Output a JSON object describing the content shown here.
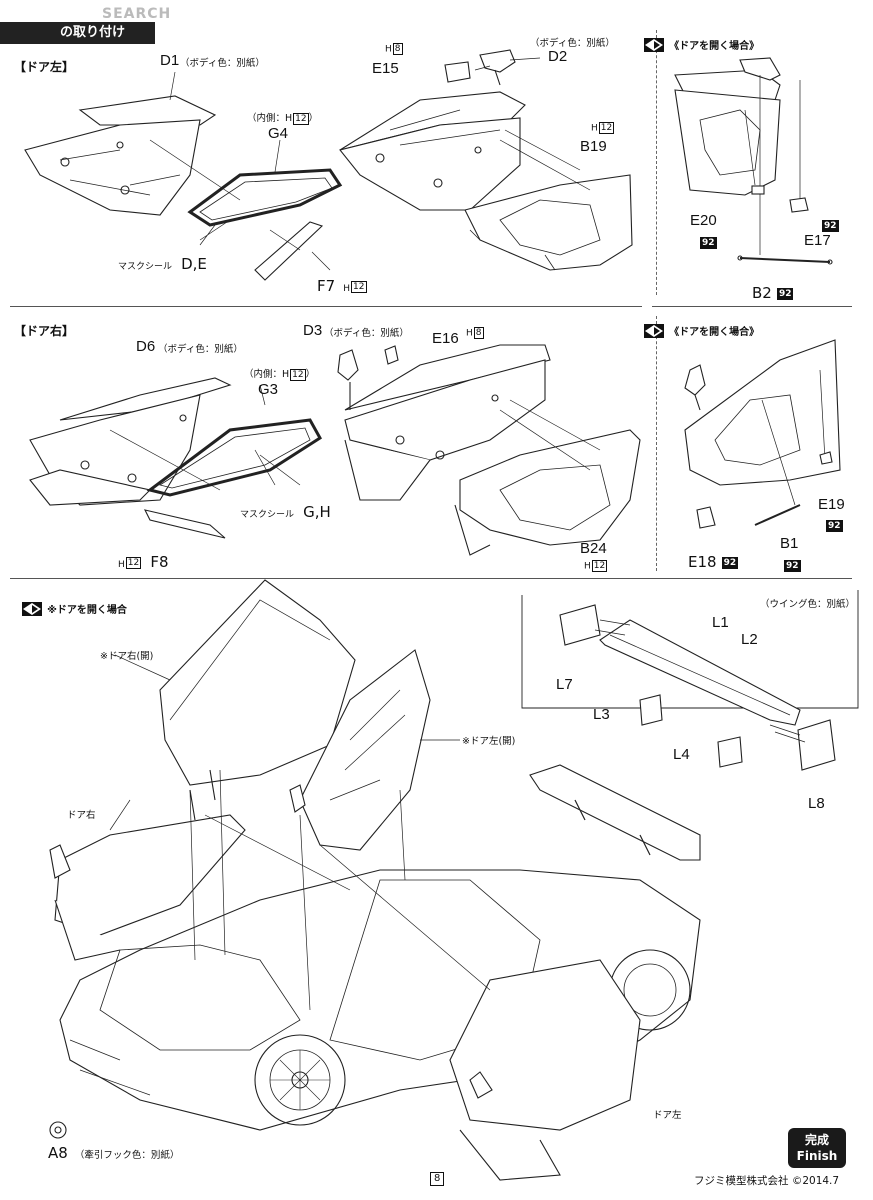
{
  "header": {
    "watermark": "SEARCH",
    "section_title": "の取り付け"
  },
  "sections": {
    "door_left": "【ドア左】",
    "door_right": "【ドア右】",
    "open_case_1": "《ドアを開く場合》",
    "open_case_2": "《ドアを開く場合》",
    "open_case_3": "※ドアを開く場合"
  },
  "labels": {
    "D1": "D1",
    "D1_note": "（ボディ色：別紙）",
    "G4": "G4",
    "G4_note": "（内側：H",
    "G4_note_box": "12",
    "G4_note_end": "）",
    "mask_DE": "マスクシール",
    "mask_DE_letters": "D,E",
    "F7": "F7",
    "F7_h": "H",
    "F7_box": "12",
    "E15": "E15",
    "E15_h": "H",
    "E15_box": "8",
    "D2": "D2",
    "D2_note": "（ボディ色：別紙）",
    "B19": "B19",
    "B19_h": "H",
    "B19_box": "12",
    "E20": "E20",
    "E20_box": "92",
    "E17": "E17",
    "E17_box": "92",
    "B2": "B2",
    "B2_box": "92",
    "D6": "D6",
    "D6_note": "（ボディ色：別紙）",
    "G3": "G3",
    "G3_note": "（内側：H",
    "G3_note_box": "12",
    "G3_note_end": "）",
    "mask_GH": "マスクシール",
    "mask_GH_letters": "G,H",
    "F8": "F8",
    "F8_h": "H",
    "F8_box": "12",
    "D3": "D3",
    "D3_note": "（ボディ色：別紙）",
    "E16": "E16",
    "E16_h": "H",
    "E16_box": "8",
    "B24": "B24",
    "B24_h": "H",
    "B24_box": "12",
    "E19": "E19",
    "E19_box": "92",
    "E18": "E18",
    "E18_box": "92",
    "B1": "B1",
    "B1_box": "92",
    "door_right_open": "※ドア右(開)",
    "door_left_open": "※ドア左(開)",
    "door_right": "ドア右",
    "door_left": "ドア左",
    "wing_note": "（ウイング色：別紙）",
    "L1": "L1",
    "L2": "L2",
    "L3": "L3",
    "L4": "L4",
    "L7": "L7",
    "L8": "L8",
    "A8": "A8",
    "A8_note": "（牽引フック色：別紙）"
  },
  "finish": {
    "jp": "完成",
    "en": "Finish"
  },
  "footer": {
    "page_number": "8",
    "company": "フジミ模型株式会社 ©2014.7"
  }
}
